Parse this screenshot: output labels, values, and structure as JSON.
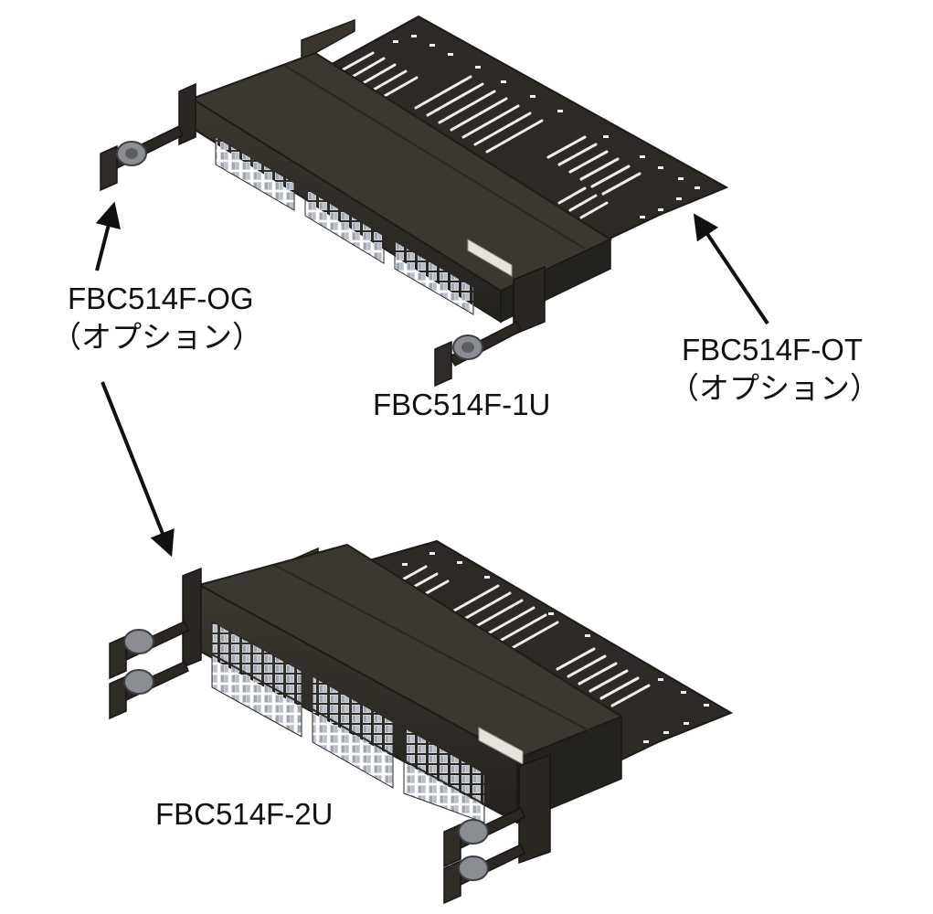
{
  "labels": {
    "og_model": "FBC514F-OG",
    "og_note": "（オプション）",
    "ot_model": "FBC514F-OT",
    "ot_note": "（オプション）",
    "unit_1u": "FBC514F-1U",
    "unit_2u": "FBC514F-2U"
  },
  "colors": {
    "chassis": "#33302a",
    "chassis_dark": "#1f1d19",
    "chassis_top": "#3e3a33",
    "tray": "#2c2a25",
    "slot": "#f4f4f4",
    "adapter": "#c9ced6",
    "adapter_shadow": "#8e949c",
    "label_sticker": "#e8e6e0",
    "arrow": "#111111"
  }
}
